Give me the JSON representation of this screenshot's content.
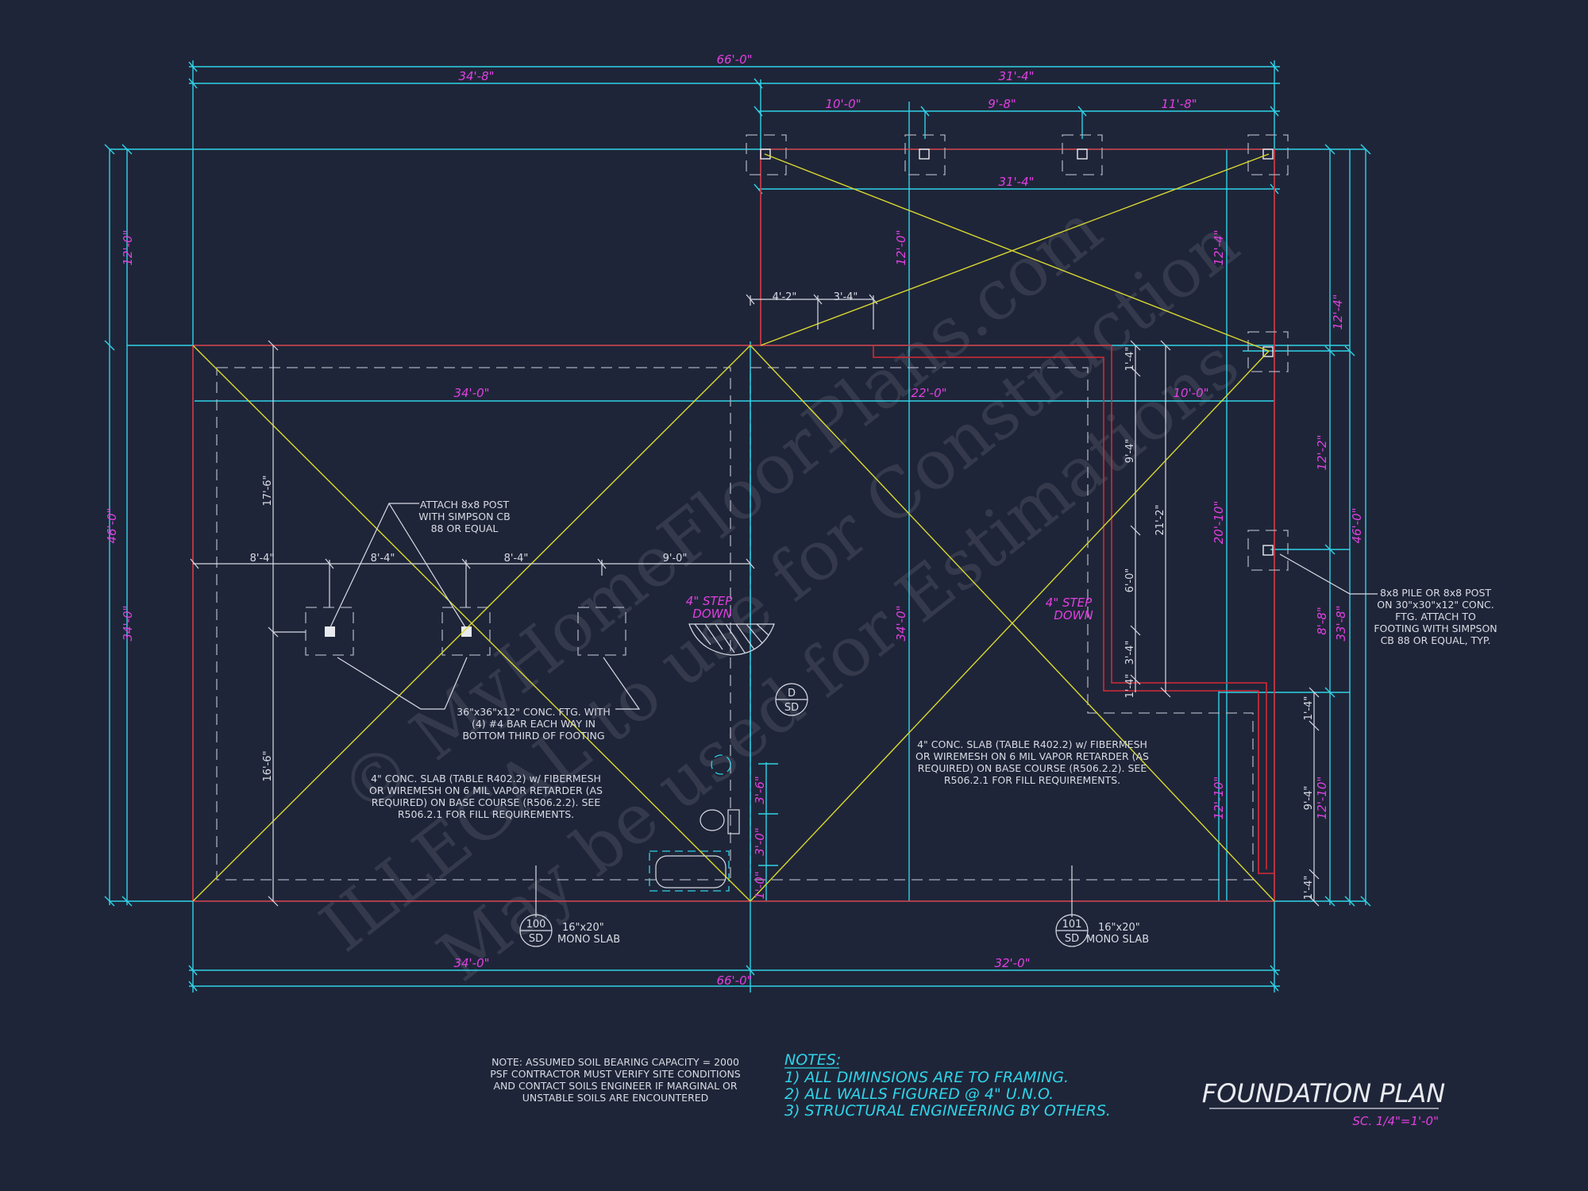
{
  "colors": {
    "background": "#1f2538",
    "cyan": "#2fd3e8",
    "red": "#d62a35",
    "yellow": "#d9d930",
    "magenta": "#e040e0",
    "gray": "#a9aebb",
    "white": "#d8dbe4"
  },
  "dims": {
    "overall_top": "66'-0\"",
    "left_top": "34'-8\"",
    "right_top": "31'-4\"",
    "seg_a": "10'-0\"",
    "seg_b": "9'-8\"",
    "seg_c": "11'-8\"",
    "porch_width": "31'-4\"",
    "porch_depth": "12'-0\"",
    "porch_depth_right": "12'-4\"",
    "off_a": "4'-2\"",
    "off_b": "3'-4\"",
    "main_left": "34'-0\"",
    "main_mid": "22'-0\"",
    "main_right": "10'-0\"",
    "left_outer_top": "12'-0\"",
    "left_outer_total": "46'-0\"",
    "left_outer_bottom": "34'-0\"",
    "inner_upper": "17'-6\"",
    "inner_lower": "16'-6\"",
    "ftg_1": "8'-4\"",
    "ftg_2": "8'-4\"",
    "ftg_3": "8'-4\"",
    "ftg_4": "9'-0\"",
    "mid_depth": "34'-0\"",
    "r_9_4": "9'-4\"",
    "r_6_0": "6'-0\"",
    "r_3_4": "3'-4\"",
    "r_1_4a": "1'-4\"",
    "r_1_4b": "1'-4\"",
    "r_21_2": "21'-2\"",
    "r_20_10": "20'-10\"",
    "r_12_10": "12'-10\"",
    "far_12_4": "12'-4\"",
    "far_12_2": "12'-2\"",
    "far_8_8": "8'-8\"",
    "far_12_10": "12'-10\"",
    "far_33_8": "33'-8\"",
    "far_46_0": "46'-0\"",
    "far_9_4": "9'-4\"",
    "far_1_4a": "1'-4\"",
    "far_1_4b": "1'-4\"",
    "bath_3_6": "3'-6\"",
    "bath_3_0": "3'-0\"",
    "bath_1_0": "1'-0\"",
    "bottom_left": "34'-0\"",
    "bottom_right": "32'-0\"",
    "bottom_total": "66'-0\""
  },
  "notes": {
    "attach_post": [
      "ATTACH 8x8 POST",
      "WITH SIMPSON CB",
      "88 OR EQUAL"
    ],
    "footing": [
      "36\"x36\"x12\" CONC. FTG. WITH",
      "(4) #4 BAR EACH WAY IN",
      "BOTTOM THIRD OF FOOTING"
    ],
    "slab_left": [
      "4\" CONC. SLAB (TABLE R402.2) w/ FIBERMESH",
      "OR WIREMESH ON 6 MIL VAPOR RETARDER (AS",
      "REQUIRED) ON BASE COURSE (R506.2.2). SEE",
      "R506.2.1 FOR FILL REQUIREMENTS."
    ],
    "slab_right": [
      "4\" CONC. SLAB (TABLE R402.2) w/ FIBERMESH",
      "OR WIREMESH ON 6 MIL VAPOR RETARDER (AS",
      "REQUIRED) ON BASE COURSE (R506.2.2). SEE",
      "R506.2.1 FOR FILL REQUIREMENTS."
    ],
    "pile": [
      "8x8 PILE OR 8x8 POST",
      "ON 30\"x30\"x12\" CONC.",
      "FTG. ATTACH TO",
      "FOOTING WITH SIMPSON",
      "CB 88 OR EQUAL, TYP."
    ],
    "step_left": [
      "4\" STEP",
      "DOWN"
    ],
    "step_right": [
      "4\" STEP",
      "DOWN"
    ],
    "bearing": [
      "NOTE: ASSUMED SOIL BEARING CAPACITY = 2000",
      "PSF CONTRACTOR MUST VERIFY SITE CONDITIONS",
      "AND CONTACT SOILS ENGINEER IF MARGINAL OR",
      "UNSTABLE SOILS ARE ENCOUNTERED"
    ]
  },
  "sections": {
    "d_top": "D",
    "d_bottom": "SD",
    "s100_top": "100",
    "s100_bottom": "SD",
    "s100_label": [
      "16\"x20\"",
      "MONO SLAB"
    ],
    "s101_top": "101",
    "s101_bottom": "SD",
    "s101_label": [
      "16\"x20\"",
      "MONO SLAB"
    ]
  },
  "general_notes": {
    "heading": "NOTES:",
    "items": [
      "1) ALL DIMINSIONS ARE TO FRAMING.",
      "2) ALL WALLS FIGURED @ 4\" U.N.O.",
      "3) STRUCTURAL ENGINEERING BY OTHERS."
    ]
  },
  "title": {
    "main": "FOUNDATION PLAN",
    "scale": "SC. 1/4\"=1'-0\""
  },
  "watermark": {
    "line1": "© MyHomeFloorPlans.com",
    "line2": "ILLEGAL to use for Construction",
    "line3": "May be used for Estimations"
  }
}
